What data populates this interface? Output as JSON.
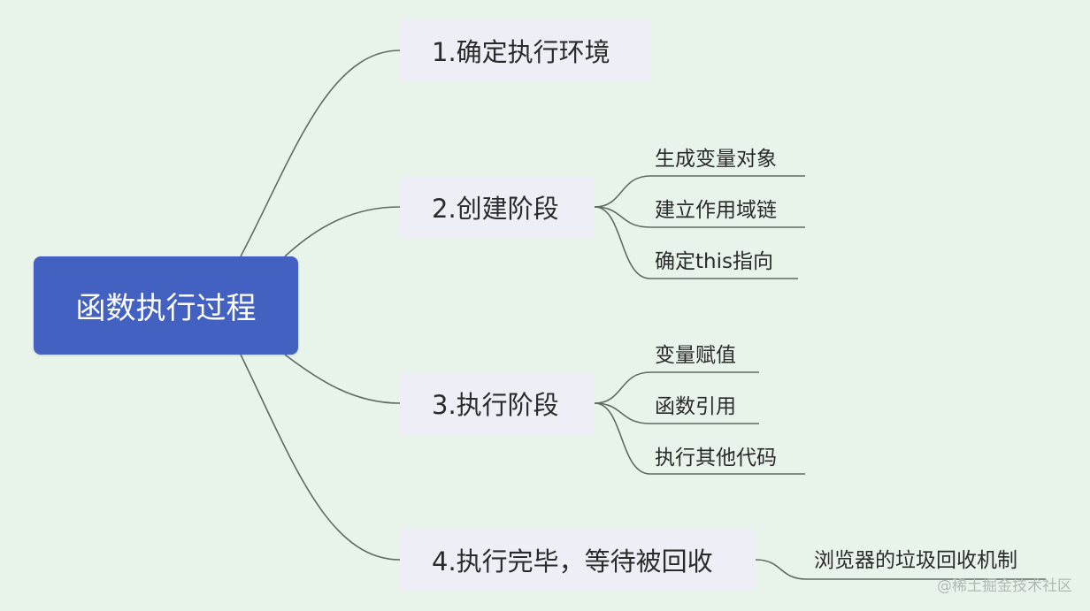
{
  "colors": {
    "background": "#e8f4e9",
    "root_fill": "#4361c0",
    "branch_fill": "#eeeff6",
    "connector": "#5f6b60"
  },
  "root": {
    "label": "函数执行过程"
  },
  "branches": [
    {
      "label": "1.确定执行环境",
      "children": []
    },
    {
      "label": "2.创建阶段",
      "children": [
        "生成变量对象",
        "建立作用域链",
        "确定this指向"
      ]
    },
    {
      "label": "3.执行阶段",
      "children": [
        "变量赋值",
        "函数引用",
        "执行其他代码"
      ]
    },
    {
      "label": "4.执行完毕，等待被回收",
      "children": [
        "浏览器的垃圾回收机制"
      ]
    }
  ],
  "watermark": "@稀土掘金技术社区"
}
